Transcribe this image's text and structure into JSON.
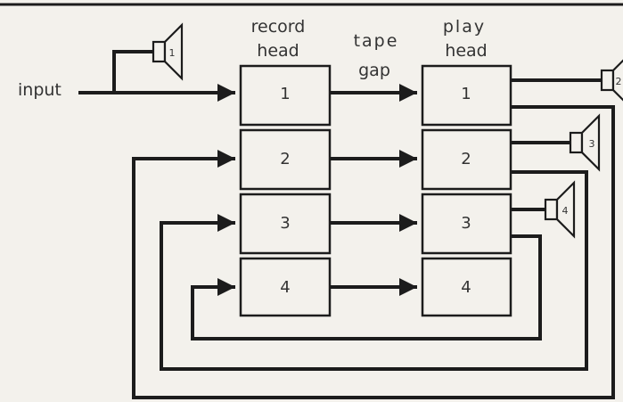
{
  "labels": {
    "input": "input",
    "record_head_line1": "record",
    "record_head_line2": "head",
    "tape_gap_line1": "tape",
    "tape_gap_line2": "gap",
    "play_head_line1": "play",
    "play_head_line2": "head"
  },
  "record_heads": [
    "1",
    "2",
    "3",
    "4"
  ],
  "play_heads": [
    "1",
    "2",
    "3",
    "4"
  ],
  "speakers": [
    "1",
    "2",
    "3",
    "4"
  ]
}
